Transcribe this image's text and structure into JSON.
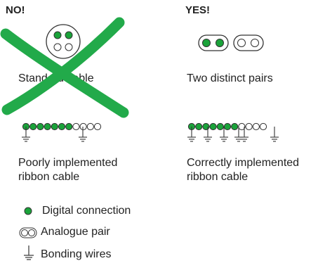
{
  "headers": {
    "no": "NO!",
    "yes": "YES!"
  },
  "panels": {
    "standard_cable": "Standard cable",
    "two_pairs": "Two distinct pairs",
    "poor_ribbon_l1": "Poorly implemented",
    "poor_ribbon_l2": "ribbon cable",
    "correct_ribbon_l1": "Correctly implemented",
    "correct_ribbon_l2": "ribbon cable"
  },
  "legend": {
    "digital": "Digital connection",
    "analogue": "Analogue pair",
    "bonding": "Bonding wires"
  },
  "colors": {
    "green": "#1aa33a",
    "cross": "#22aa4a",
    "stroke": "#333333"
  },
  "icons": [
    "cross-mark-icon",
    "cable-cross-section-icon",
    "ribbon-cable-icon",
    "ground-symbol-icon"
  ]
}
